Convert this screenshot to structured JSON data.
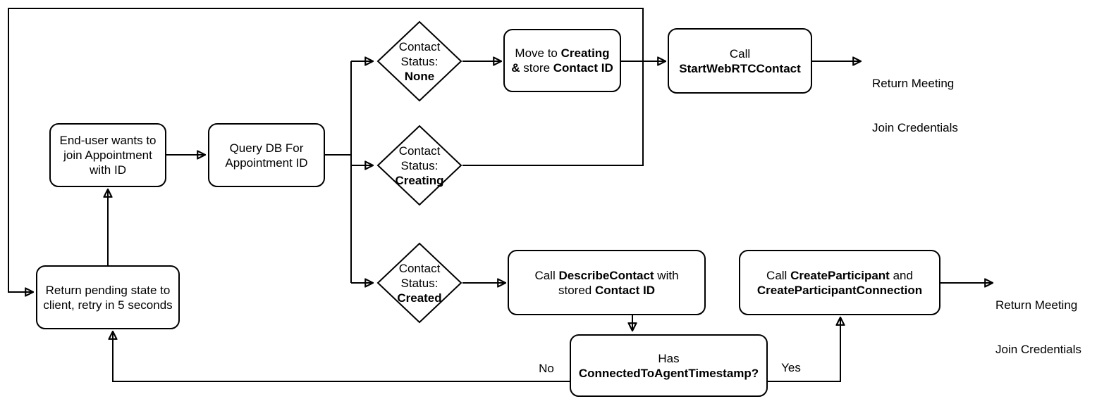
{
  "diagram": {
    "colors": {
      "stroke": "#000000",
      "shape_fill": "#ffffff",
      "background": "#ffffff"
    },
    "nodes": {
      "end_user": {
        "line1": "End-user wants to",
        "line2": "join Appointment",
        "line3": "with ID"
      },
      "query_db": {
        "line1": "Query DB For",
        "line2": "Appointment ID"
      },
      "status_none": {
        "line1": "Contact",
        "line2": "Status:",
        "line3": "None"
      },
      "status_creating": {
        "line1": "Contact",
        "line2": "Status:",
        "line3": "Creating"
      },
      "status_created": {
        "line1": "Contact",
        "line2": "Status:",
        "line3": "Created"
      },
      "move_creating": {
        "l1a": "Move to ",
        "l1b": "Creating",
        "l2a": "&",
        "l2b": " store ",
        "l2c": "Contact ID"
      },
      "start_webrtc": {
        "line1": "Call",
        "line2": "StartWebRTCContact"
      },
      "describe_contact": {
        "l1a": "Call ",
        "l1b": "DescribeContact",
        "l1c": " with",
        "l2a": "stored ",
        "l2b": "Contact ID"
      },
      "create_participant": {
        "l1a": "Call ",
        "l1b": "CreateParticipant",
        "l1c": " and",
        "l2a": "CreateParticipantConnection"
      },
      "has_timestamp": {
        "line1": "Has",
        "line2": "ConnectedToAgentTimestamp?"
      },
      "return_pending": {
        "line1": "Return pending state to",
        "line2": "client, retry in 5 seconds"
      }
    },
    "labels": {
      "credentials_top": {
        "line1": "Return Meeting",
        "line2": "Join Credentials"
      },
      "credentials_bottom": {
        "line1": "Return Meeting",
        "line2": "Join Credentials"
      },
      "no": "No",
      "yes": "Yes"
    }
  }
}
